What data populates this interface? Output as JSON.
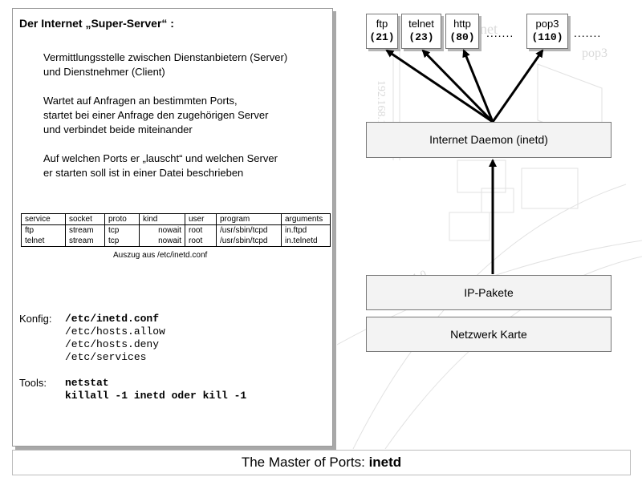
{
  "left": {
    "title": "Der Internet „Super-Server“ :",
    "p1": "Vermittlungsstelle zwischen Dienstanbietern (Server)\nund Dienstnehmer (Client)",
    "p2": "Wartet auf Anfragen an bestimmten Ports,\nstartet bei einer Anfrage den zugehörigen Server\nund verbindet beide miteinander",
    "p3": "Auf welchen Ports er „lauscht“ und welchen Server\ner starten soll ist in einer Datei beschrieben",
    "table": {
      "headers": [
        "service",
        "socket",
        "proto",
        "kind",
        "user",
        "program",
        "arguments"
      ],
      "rows": [
        [
          "ftp",
          "stream",
          "tcp",
          "nowait",
          "root",
          "/usr/sbin/tcpd",
          "in.ftpd"
        ],
        [
          "telnet",
          "stream",
          "tcp",
          "nowait",
          "root",
          "/usr/sbin/tcpd",
          "in.telnetd"
        ]
      ]
    },
    "caption": "Auszug aus /etc/inetd.conf",
    "konfig_label": "Konfig:",
    "konfig_files": [
      "/etc/inetd.conf",
      "/etc/hosts.allow",
      "/etc/hosts.deny",
      "/etc/services"
    ],
    "tools_label": "Tools:",
    "tools_cmds": [
      "netstat",
      "killall -1 inetd oder kill -1"
    ]
  },
  "services": [
    {
      "name": "ftp",
      "port": "(21)"
    },
    {
      "name": "telnet",
      "port": "(23)"
    },
    {
      "name": "http",
      "port": "(80)"
    },
    {
      "name": "pop3",
      "port": "(110)"
    }
  ],
  "dots": ".......",
  "daemon": "Internet Daemon (inetd)",
  "packets": "IP-Pakete",
  "card": "Netzwerk Karte",
  "watermark": {
    "a": "telnet",
    "b": "pop3",
    "c": "192.168.11.100",
    "d": "192.168.11.0"
  },
  "footer": {
    "text": "The Master of Ports: ",
    "bold": "inetd"
  }
}
